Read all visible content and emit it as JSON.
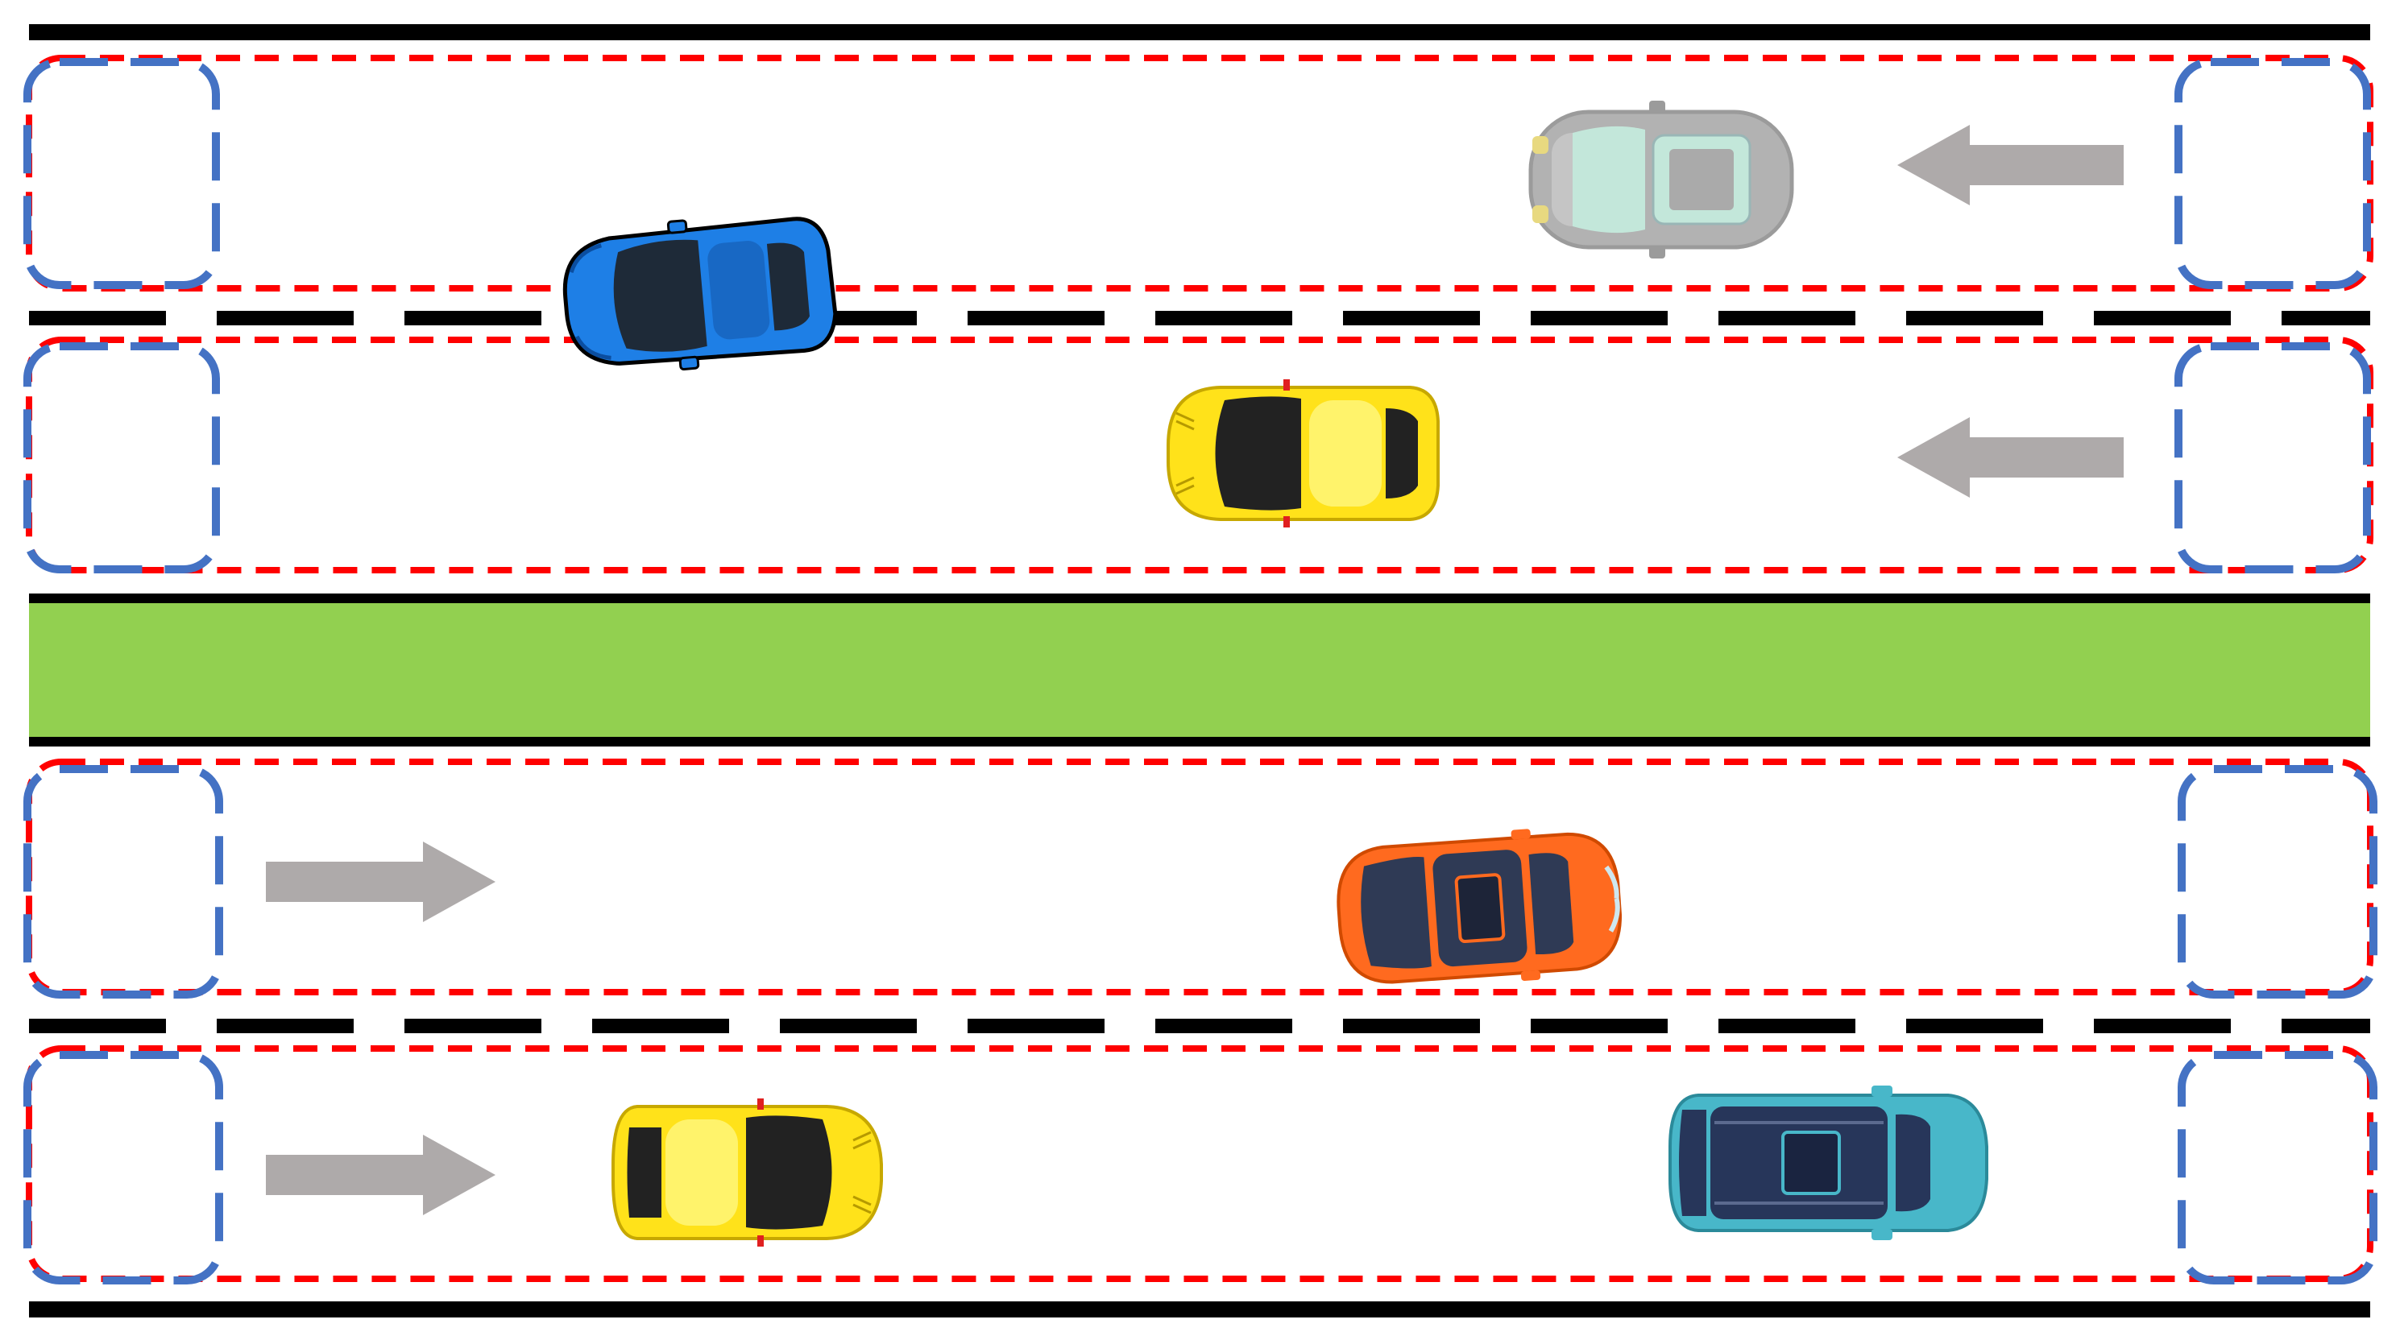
{
  "scene": {
    "colors": {
      "background": "#ffffff",
      "road_edge": "#000000",
      "median": "#92d050",
      "lane_boundary_dash": "#ff0000",
      "zone_dash": "#4472c4",
      "direction_arrow": "#aeaaaa"
    },
    "roads": [
      {
        "name": "upper-carriageway",
        "direction": "right-to-left",
        "lanes": [
          {
            "name": "upper-lane-1",
            "arrow": "left",
            "vehicles": [
              {
                "name": "gray-car",
                "color": "#a5a5a5",
                "accent": "#b9e3d4",
                "facing": "left",
                "style": "faded"
              }
            ]
          },
          {
            "name": "upper-lane-2",
            "arrow": "left",
            "vehicles": [
              {
                "name": "yellow-sports-car",
                "color": "#ffe21a",
                "accent": "#222222",
                "facing": "left",
                "style": "normal"
              }
            ]
          }
        ],
        "straddling_vehicles": [
          {
            "name": "blue-sports-car",
            "color": "#1e7fe6",
            "accent": "#1e2a38",
            "facing": "left",
            "style": "normal"
          }
        ]
      },
      {
        "name": "lower-carriageway",
        "direction": "left-to-right",
        "lanes": [
          {
            "name": "lower-lane-1",
            "arrow": "right",
            "vehicles": [
              {
                "name": "orange-car",
                "color": "#ff6a1f",
                "accent": "#2f3a55",
                "facing": "right",
                "style": "normal"
              }
            ]
          },
          {
            "name": "lower-lane-2",
            "arrow": "right",
            "vehicles": [
              {
                "name": "yellow-sports-car-2",
                "color": "#ffe21a",
                "accent": "#222222",
                "facing": "right",
                "style": "normal"
              },
              {
                "name": "teal-suv",
                "color": "#48b7c9",
                "accent": "#27365a",
                "facing": "right",
                "style": "normal"
              }
            ]
          }
        ]
      }
    ]
  }
}
